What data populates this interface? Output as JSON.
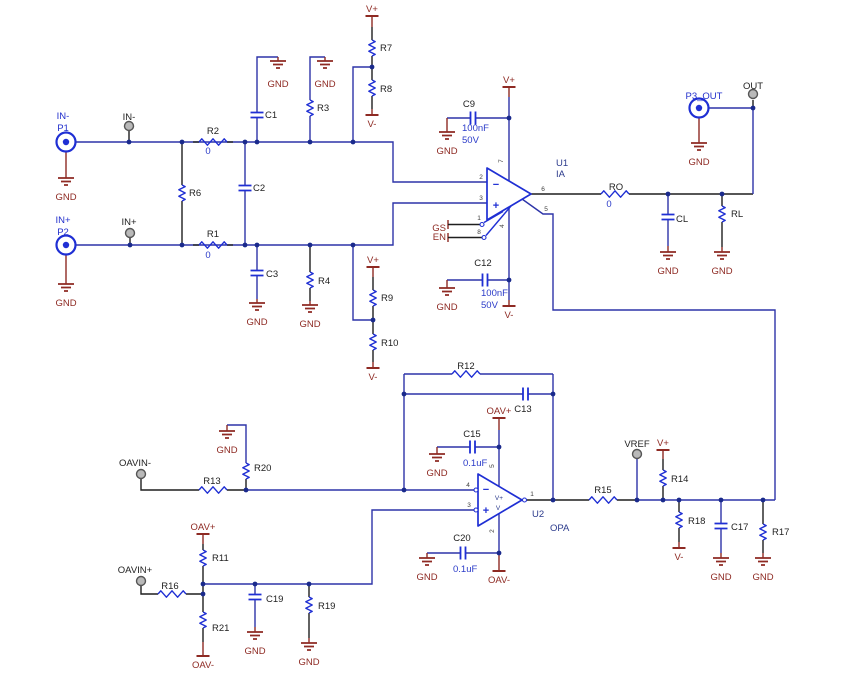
{
  "colors": {
    "wire": "#2d34a8",
    "symbol": "#1f2fd4",
    "dark_red": "#8e2a23",
    "black": "#1f1f1f",
    "value_blue": "#2b3bc8",
    "ic_navy": "#2c3b8c",
    "pin_gray": "#3d3d3d",
    "testpoint_fill": "#b9b9b9",
    "testpoint_stroke": "#555555",
    "background": "#ffffff"
  },
  "texts": {
    "p1a": "IN-",
    "p1b": "P1",
    "p2a": "IN+",
    "p2b": "P2",
    "p3": "P3_OUT",
    "tpin_m": "IN-",
    "tpin_p": "IN+",
    "tpout": "OUT",
    "tpoavm": "OAVIN-",
    "tpoavp": "OAVIN+",
    "tpvref": "VREF",
    "r1": "R1",
    "r2": "R2",
    "r3": "R3",
    "r4": "R4",
    "r6": "R6",
    "r7": "R7",
    "r8": "R8",
    "r9": "R9",
    "r10": "R10",
    "r11": "R11",
    "r12": "R12",
    "r13": "R13",
    "r14": "R14",
    "r15": "R15",
    "r16": "R16",
    "r17": "R17",
    "r18": "R18",
    "r19": "R19",
    "r20": "R20",
    "r21": "R21",
    "ro": "RO",
    "rl": "RL",
    "c1": "C1",
    "c2": "C2",
    "c3": "C3",
    "c9": "C9",
    "c12": "C12",
    "c13": "C13",
    "c15": "C15",
    "c17": "C17",
    "c19": "C19",
    "c20": "C20",
    "cl": "CL",
    "r0": "0",
    "c100n": "100nF",
    "c50v": "50V",
    "c01": "0.1uF",
    "u1": "U1",
    "u1t": "IA",
    "u2": "U2",
    "u2t": "OPA",
    "gs": "GS",
    "en": "EN",
    "p1n": "1",
    "p2n": "2",
    "p3n": "3",
    "p4n": "4",
    "p5n": "5",
    "p6n": "6",
    "p7n": "7",
    "p8n": "8",
    "minus": "−",
    "plus": "+",
    "v_plus_small": "V+",
    "v_small": "V",
    "gnd": "GND",
    "vp": "V+",
    "vm": "V-",
    "oavp": "OAV+",
    "oavm": "OAV-"
  }
}
